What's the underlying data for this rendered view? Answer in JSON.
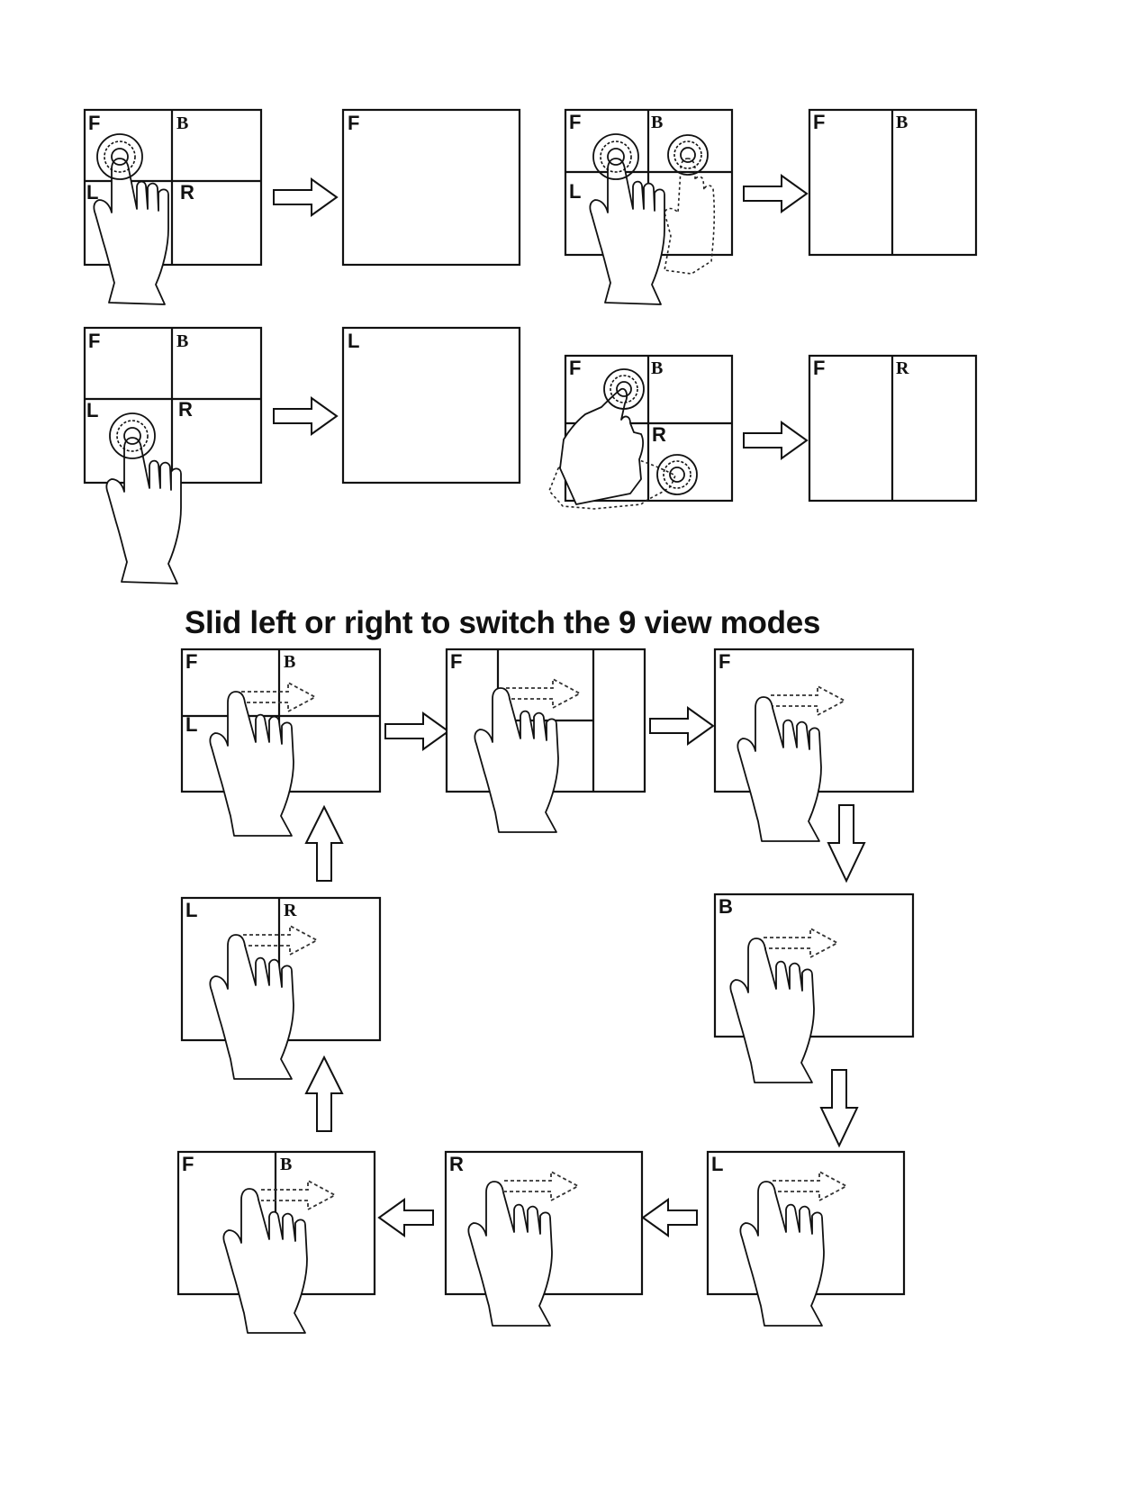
{
  "heading": "Slid left or right to switch the 9 view modes",
  "labels": {
    "F": "F",
    "B": "B",
    "L": "L",
    "R": "R"
  },
  "icons": {
    "tap_gesture": "hand-tap-icon",
    "two_finger_tap": "hand-two-finger-tap-icon",
    "swipe_gesture": "hand-swipe-icon",
    "transition": "block-arrow-icon"
  }
}
